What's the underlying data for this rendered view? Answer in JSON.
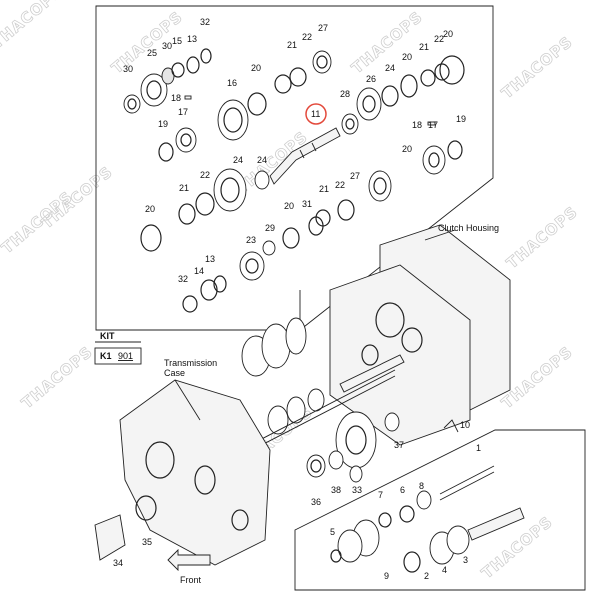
{
  "watermark": "THACOPS",
  "captions": {
    "clutch_housing": "Clutch Housing",
    "transmission_case_1": "Transmission",
    "transmission_case_2": "Case",
    "front": "Front",
    "kit_label": "KIT",
    "kit_code": "K1",
    "kit_number": "901"
  },
  "highlighted_part": "11",
  "parts": {
    "p32a": "32",
    "p15a": "15",
    "p25a": "25",
    "p30a": "30",
    "p13a": "13",
    "p18a": "18",
    "p16a": "16",
    "p20a": "20",
    "p21a": "21",
    "p22a": "22",
    "p27a": "27",
    "p11": "11",
    "p17a": "17",
    "p19a": "19",
    "p28": "28",
    "p26": "26",
    "p24a": "24",
    "p20b": "20",
    "p21b": "21",
    "p22b": "22",
    "p17b": "17",
    "p18b": "18",
    "p19b": "19",
    "p20c": "20",
    "p21c": "21",
    "p24b": "24",
    "p20d": "20",
    "p22c": "22",
    "p21d": "21",
    "p31": "31",
    "p27b": "27",
    "p20e": "20",
    "p29": "29",
    "p23": "23",
    "p13b": "13",
    "p14": "14",
    "p32b": "32",
    "p10": "10",
    "p1": "1",
    "p37": "37",
    "p36": "36",
    "p33": "33",
    "p38": "38",
    "p35": "35",
    "p34": "34",
    "p7": "7",
    "p6": "6",
    "p8": "8",
    "p5": "5",
    "p9": "9",
    "p4": "4",
    "p3": "3",
    "p2": "2"
  }
}
